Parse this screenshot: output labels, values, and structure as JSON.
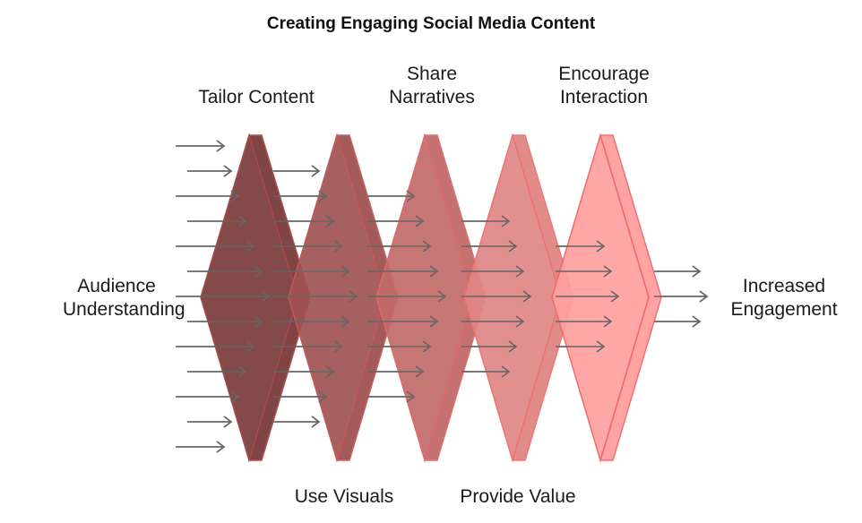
{
  "title": "Creating Engaging Social Media Content",
  "input_label": [
    "Audience",
    "Understanding"
  ],
  "output_label": [
    "Increased",
    "Engagement"
  ],
  "stages": [
    {
      "label": [
        "Tailor Content"
      ],
      "color": "#7a3a3a",
      "edge_color": "#a54a4a"
    },
    {
      "label": [
        "Use Visuals"
      ],
      "color": "#a05252",
      "edge_color": "#c25a5a"
    },
    {
      "label": [
        "Share",
        "Narratives"
      ],
      "color": "#c26a6a",
      "edge_color": "#dc6a6a"
    },
    {
      "label": [
        "Provide Value"
      ],
      "color": "#e08585",
      "edge_color": "#ee7272"
    },
    {
      "label": [
        "Encourage",
        "Interaction"
      ],
      "color": "#ff9f9f",
      "edge_color": "#f06a6a"
    }
  ],
  "arrow_color": "#666666"
}
